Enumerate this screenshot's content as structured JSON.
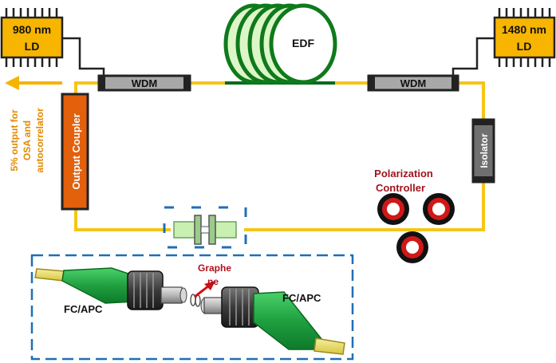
{
  "labels": {
    "ld_left": [
      "980 nm",
      "LD"
    ],
    "ld_right": [
      "1480 nm",
      "LD"
    ],
    "wdm_left": "WDM",
    "wdm_right": "WDM",
    "edf": "EDF",
    "isolator": "Isolator",
    "output_coupler": "Output Coupler",
    "output_note": [
      "5% output for",
      "OSA and",
      "autocorrelator"
    ],
    "polarization_controller": [
      "Polarization",
      "Controller"
    ],
    "graphene": [
      "Graphe",
      "ne"
    ],
    "fc_apc_left": "FC/APC",
    "fc_apc_right": "FC/APC"
  },
  "colors": {
    "fiber_yellow": "#F5C518",
    "fiber_green": "#0A6A1E",
    "ld_body": "#F7B500",
    "component_dark": "#222222",
    "wdm_body": "#A8A8A8",
    "coupler_orange": "#E3600C",
    "output_arrow": "#F5B400",
    "output_text": "#E08A00",
    "edf_coil": "#0E7A1C",
    "edf_fill": "#C8F0B0",
    "pc_red": "#D01818",
    "pc_label": "#A0141E",
    "graphene_label": "#B01020",
    "dashed_box": "#1F6FB5",
    "connector_green": "#22B24C"
  }
}
